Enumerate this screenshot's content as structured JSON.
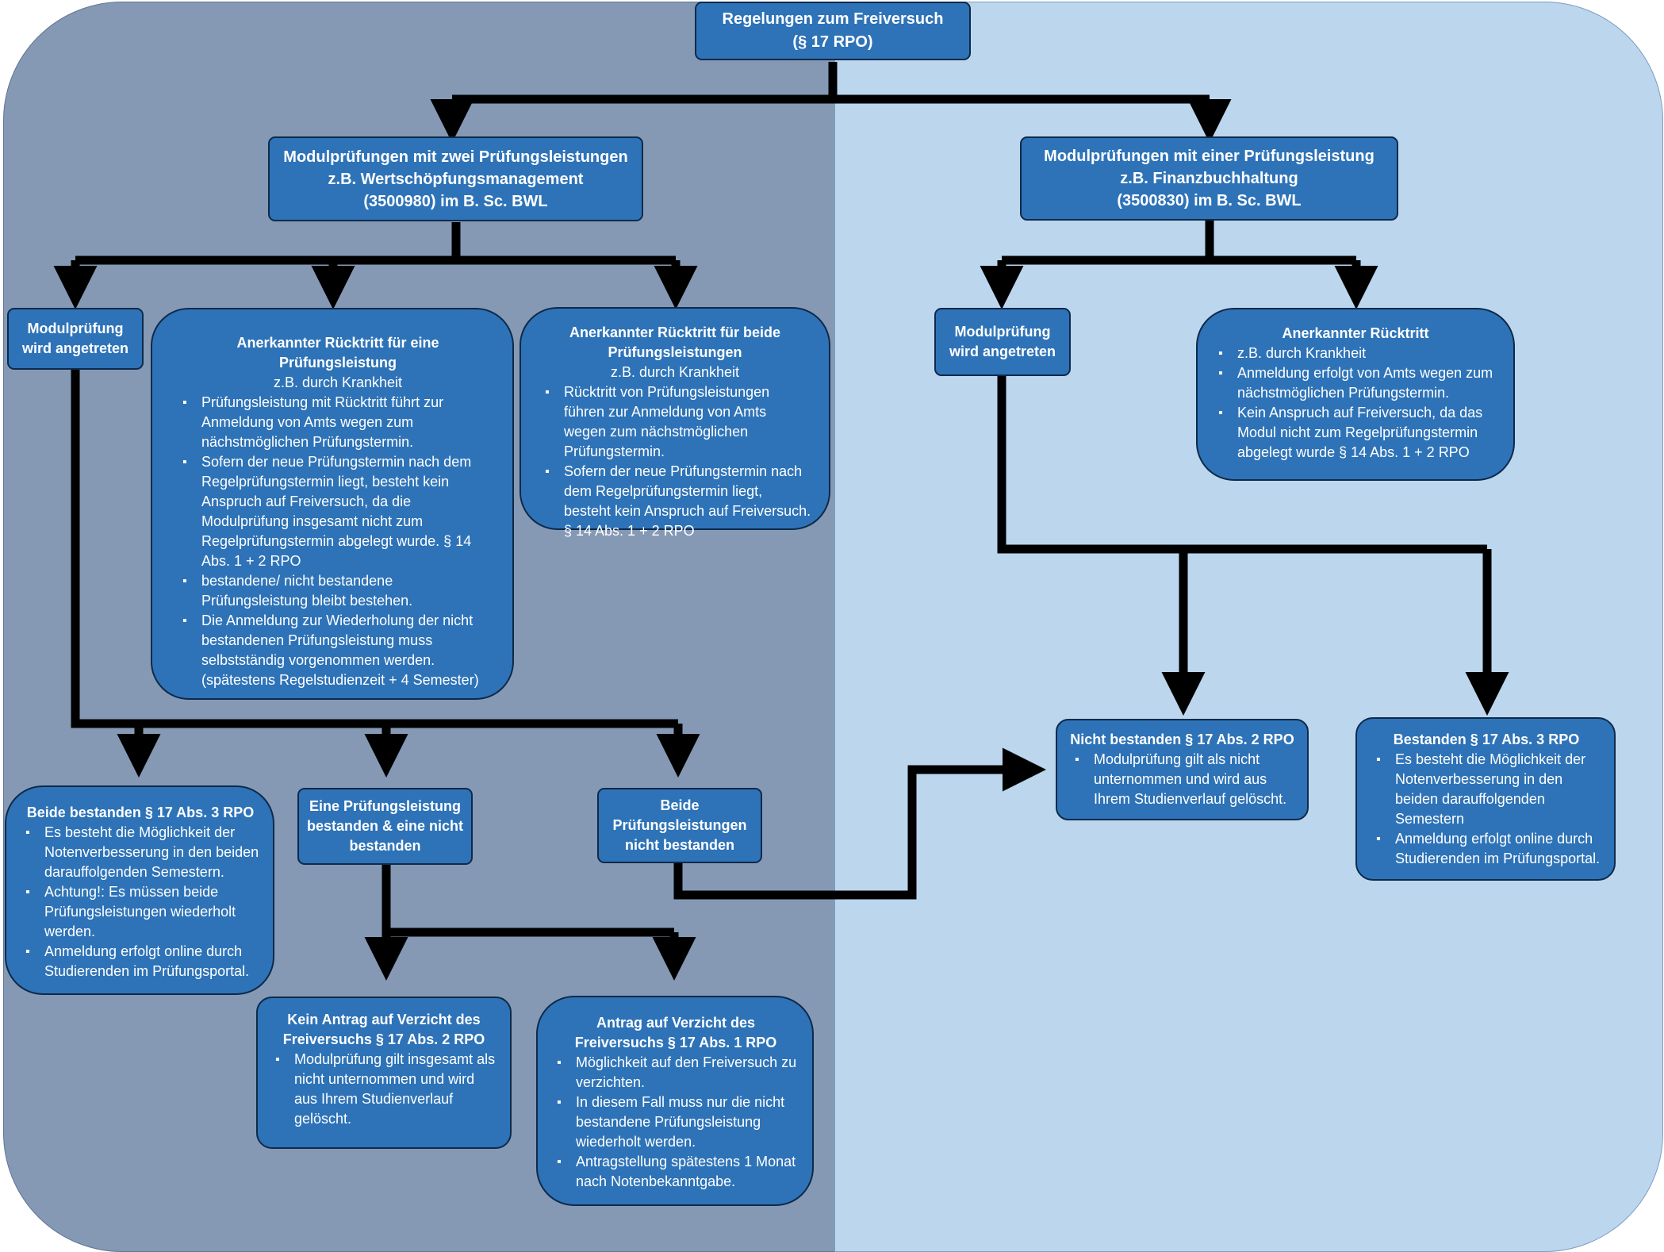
{
  "top": {
    "title": "Regelungen zum Freiversuch",
    "subtitle": "(§ 17 RPO)"
  },
  "left": {
    "header": {
      "title": "Modulprüfungen mit zwei Prüfungsleistungen",
      "line2": "z.B. Wertschöpfungsmanagement",
      "line3": "(3500980) im B. Sc. BWL"
    },
    "angetreten": {
      "line1": "Modulprüfung",
      "line2": "wird angetreten"
    },
    "ruecktritt_eine": {
      "title": "Anerkannter Rücktritt für eine Prüfungsleistung",
      "subtitle": "z.B. durch Krankheit",
      "bullets": [
        "Prüfungsleistung mit Rücktritt führt zur Anmeldung von Amts wegen zum nächstmöglichen Prüfungstermin.",
        "Sofern der neue Prüfungstermin nach dem Regelprüfungstermin liegt, besteht kein Anspruch auf Freiversuch, da die Modulprüfung insgesamt nicht zum Regelprüfungstermin abgelegt wurde. § 14 Abs. 1 + 2  RPO",
        "bestandene/ nicht bestandene Prüfungsleistung bleibt bestehen.",
        "Die Anmeldung zur Wiederholung der nicht bestandenen Prüfungsleistung muss selbstständig vorgenommen werden. (spätestens Regelstudienzeit + 4 Semester)"
      ]
    },
    "ruecktritt_beide": {
      "title": "Anerkannter Rücktritt für beide Prüfungsleistungen",
      "subtitle": "z.B. durch Krankheit",
      "bullets": [
        "Rücktritt von Prüfungsleistungen führen zur Anmeldung von Amts wegen zum nächstmöglichen Prüfungstermin.",
        "Sofern der neue Prüfungstermin nach dem Regelprüfungstermin liegt, besteht kein Anspruch auf Freiversuch."
      ],
      "footer": "§ 14 Abs. 1 + 2  RPO"
    },
    "beide_bestanden": {
      "title": "Beide bestanden § 17 Abs. 3  RPO",
      "bullets": [
        "Es besteht die Möglichkeit der Notenverbesserung in den beiden darauffolgenden Semestern.",
        "Achtung!: Es müssen beide Prüfungsleistungen wiederholt werden.",
        "Anmeldung erfolgt online durch Studierenden im Prüfungsportal."
      ]
    },
    "eine_bestanden": {
      "line1": "Eine Prüfungsleistung",
      "line2": "bestanden & eine nicht",
      "line3": "bestanden"
    },
    "beide_nicht": {
      "line1": "Beide",
      "line2": "Prüfungsleistungen",
      "line3": "nicht bestanden"
    },
    "kein_antrag": {
      "title": "Kein Antrag auf Verzicht des Freiversuchs § 17 Abs. 2 RPO",
      "bullets": [
        "Modulprüfung gilt insgesamt als nicht unternommen und wird aus Ihrem Studienverlauf gelöscht."
      ]
    },
    "antrag": {
      "title": "Antrag auf Verzicht des Freiversuchs § 17 Abs. 1  RPO",
      "bullets": [
        "Möglichkeit auf den Freiversuch zu verzichten.",
        "In diesem Fall muss nur die nicht bestandene Prüfungsleistung wiederholt werden.",
        "Antragstellung spätestens 1 Monat nach Notenbekanntgabe."
      ]
    }
  },
  "right": {
    "header": {
      "title": "Modulprüfungen mit einer Prüfungsleistung",
      "line2": "z.B. Finanzbuchhaltung",
      "line3": "(3500830) im B. Sc. BWL"
    },
    "angetreten": {
      "line1": "Modulprüfung",
      "line2": "wird angetreten"
    },
    "ruecktritt": {
      "title": "Anerkannter Rücktritt",
      "bullets": [
        "z.B. durch Krankheit",
        "Anmeldung erfolgt von Amts wegen zum nächstmöglichen Prüfungstermin.",
        "Kein Anspruch auf Freiversuch, da das Modul nicht zum Regelprüfungstermin abgelegt wurde § 14 Abs. 1 + 2  RPO"
      ]
    },
    "nicht_bestanden": {
      "title": "Nicht bestanden § 17 Abs. 2 RPO",
      "bullets": [
        "Modulprüfung gilt als nicht unternommen und wird aus Ihrem Studienverlauf gelöscht."
      ]
    },
    "bestanden": {
      "title": "Bestanden § 17 Abs. 3  RPO",
      "bullets": [
        "Es besteht die Möglichkeit der Notenverbesserung in den beiden darauffolgenden Semestern",
        "Anmeldung erfolgt online durch Studierenden im Prüfungsportal."
      ]
    }
  },
  "colors": {
    "box": "#2e73b8",
    "left_panel": "#8599b5",
    "right_panel": "#bcd6ee",
    "line": "#000000"
  }
}
